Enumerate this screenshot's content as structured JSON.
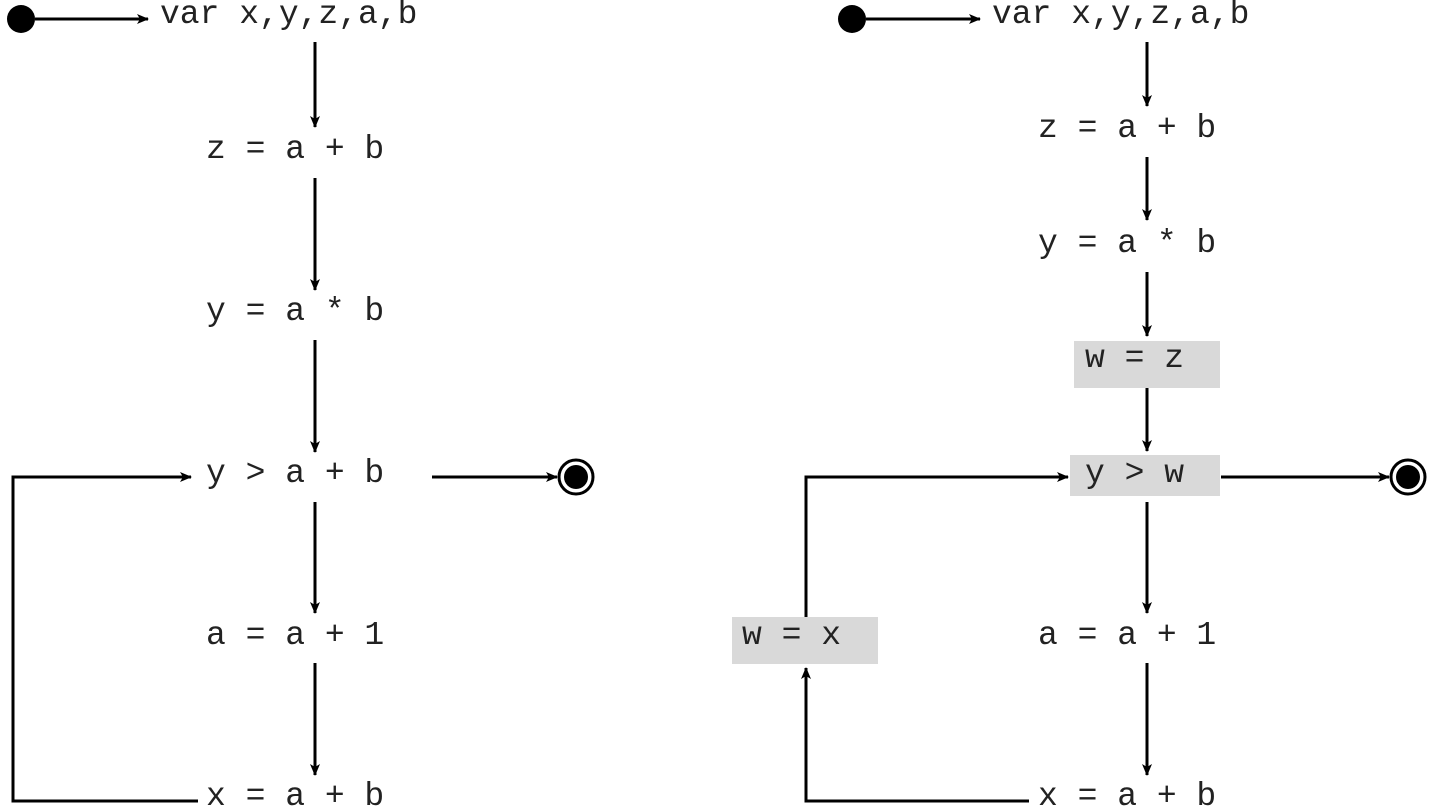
{
  "colors": {
    "line": "#000000",
    "text": "#222222",
    "highlight": "#d9d9d9",
    "background": "#ffffff"
  },
  "left_graph": {
    "declaration": "var x,y,z,a,b",
    "stmt_z": "z = a + b",
    "stmt_y": "y = a * b",
    "condition": "y > a + b",
    "stmt_a": "a = a + 1",
    "stmt_x": "x = a + b"
  },
  "right_graph": {
    "declaration": "var x,y,z,a,b",
    "stmt_z": "z = a + b",
    "stmt_y": "y = a * b",
    "inserted_w_z": "w = z",
    "condition": "y > w",
    "stmt_a": "a = a + 1",
    "stmt_x": "x = a + b",
    "inserted_w_x": "w = x"
  }
}
